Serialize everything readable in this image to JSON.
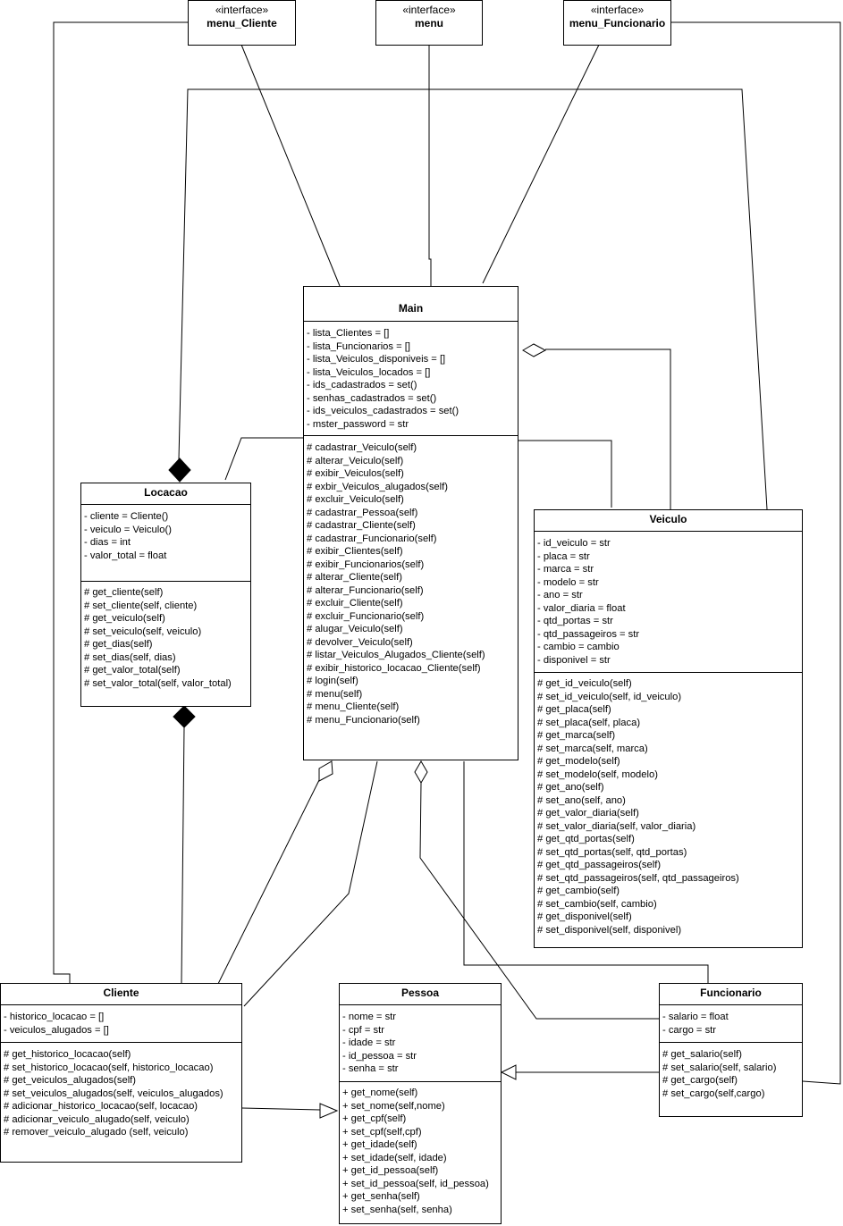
{
  "interfaces": {
    "menu_cliente": {
      "stereotype": "«interface»",
      "name": "menu_Cliente"
    },
    "menu": {
      "stereotype": "«interface»",
      "name": "menu"
    },
    "menu_funcionario": {
      "stereotype": "«interface»",
      "name": "menu_Funcionario"
    }
  },
  "classes": {
    "main": {
      "name": "Main",
      "attributes": [
        "- lista_Clientes = []",
        "- lista_Funcionarios = []",
        "- lista_Veiculos_disponiveis = []",
        "- lista_Veiculos_locados = []",
        "- ids_cadastrados = set()",
        "- senhas_cadastrados = set()",
        "- ids_veiculos_cadastrados = set()",
        "- mster_password = str"
      ],
      "methods": [
        "# cadastrar_Veiculo(self)",
        "# alterar_Veiculo(self)",
        "# exibir_Veiculos(self)",
        "# exbir_Veiculos_alugados(self)",
        "# excluir_Veiculo(self)",
        "# cadastrar_Pessoa(self)",
        "# cadastrar_Cliente(self)",
        "# cadastrar_Funcionario(self)",
        "# exibir_Clientes(self)",
        "# exibir_Funcionarios(self)",
        "# alterar_Cliente(self)",
        "# alterar_Funcionario(self)",
        "# excluir_Cliente(self)",
        "# excluir_Funcionario(self)",
        "# alugar_Veiculo(self)",
        "# devolver_Veiculo(self)",
        "# listar_Veiculos_Alugados_Cliente(self)",
        "# exibir_historico_locacao_Cliente(self)",
        "# login(self)",
        "# menu(self)",
        "# menu_Cliente(self)",
        "# menu_Funcionario(self)"
      ]
    },
    "locacao": {
      "name": "Locacao",
      "attributes": [
        "- cliente = Cliente()",
        "- veiculo = Veiculo()",
        "- dias = int",
        "- valor_total = float"
      ],
      "methods": [
        "# get_cliente(self)",
        "# set_cliente(self, cliente)",
        "# get_veiculo(self)",
        "# set_veiculo(self, veiculo)",
        "# get_dias(self)",
        "# set_dias(self, dias)",
        "# get_valor_total(self)",
        "# set_valor_total(self, valor_total)"
      ]
    },
    "veiculo": {
      "name": "Veiculo",
      "attributes": [
        "- id_veiculo = str",
        "- placa = str",
        "- marca = str",
        "- modelo = str",
        "- ano = str",
        "- valor_diaria = float",
        "- qtd_portas = str",
        "- qtd_passageiros = str",
        "- cambio = cambio",
        "- disponivel = str"
      ],
      "methods": [
        "# get_id_veiculo(self)",
        "# set_id_veiculo(self, id_veiculo)",
        "# get_placa(self)",
        "# set_placa(self, placa)",
        "# get_marca(self)",
        "# set_marca(self, marca)",
        "# get_modelo(self)",
        "# set_modelo(self, modelo)",
        "# get_ano(self)",
        "# set_ano(self, ano)",
        "# get_valor_diaria(self)",
        "# set_valor_diaria(self, valor_diaria)",
        "# get_qtd_portas(self)",
        "# set_qtd_portas(self, qtd_portas)",
        "# get_qtd_passageiros(self)",
        "# set_qtd_passageiros(self, qtd_passageiros)",
        "# get_cambio(self)",
        "# set_cambio(self, cambio)",
        "# get_disponivel(self)",
        "# set_disponivel(self, disponivel)"
      ]
    },
    "cliente": {
      "name": "Cliente",
      "attributes": [
        "- historico_locacao = []",
        "- veiculos_alugados = []"
      ],
      "methods": [
        "# get_historico_locacao(self)",
        "# set_historico_locacao(self, historico_locacao)",
        "# get_veiculos_alugados(self)",
        "# set_veiculos_alugados(self, veiculos_alugados)",
        "# adicionar_historico_locacao(self, locacao)",
        "# adicionar_veiculo_alugado(self, veiculo)",
        "# remover_veiculo_alugado (self, veiculo)"
      ]
    },
    "pessoa": {
      "name": "Pessoa",
      "attributes": [
        "- nome = str",
        "- cpf = str",
        "- idade = str",
        "- id_pessoa = str",
        "- senha = str"
      ],
      "methods": [
        "+ get_nome(self)",
        "+ set_nome(self,nome)",
        "+ get_cpf(self)",
        "+ set_cpf(self,cpf)",
        "+ get_idade(self)",
        "+ set_idade(self, idade)",
        "+ get_id_pessoa(self)",
        "+ set_id_pessoa(self, id_pessoa)",
        "+ get_senha(self)",
        "+ set_senha(self, senha)"
      ]
    },
    "funcionario": {
      "name": "Funcionario",
      "attributes": [
        "- salario = float",
        "- cargo = str"
      ],
      "methods": [
        "# get_salario(self)",
        "# set_salario(self, salario)",
        "# get_cargo(self)",
        "# set_cargo(self,cargo)"
      ]
    }
  }
}
